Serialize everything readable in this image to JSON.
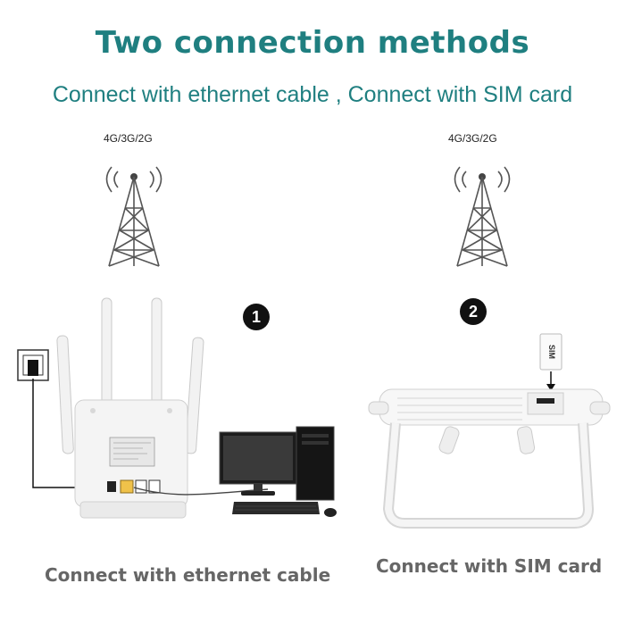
{
  "title": "Two connection methods",
  "subtitle": "Connect with ethernet cable , Connect with SIM card",
  "left_panel": {
    "network_label": "4G/3G/2G",
    "step_number": "1",
    "caption": "Connect with ethernet cable"
  },
  "right_panel": {
    "network_label": "4G/3G/2G",
    "step_number": "2",
    "sim_card_label": "SIM",
    "caption": "Connect with SIM card"
  },
  "colors": {
    "heading": "#1f7f80",
    "caption": "#666666"
  }
}
